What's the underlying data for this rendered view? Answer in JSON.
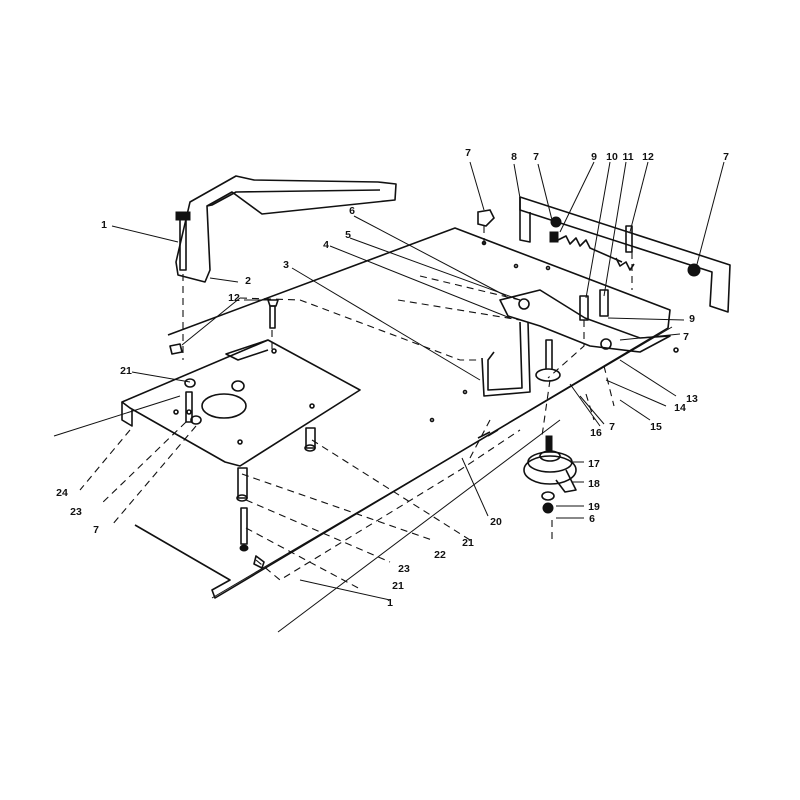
{
  "callouts": [
    {
      "id": "c1a",
      "label": "1",
      "part": "bolt"
    },
    {
      "id": "c2",
      "label": "2",
      "part": "bracket"
    },
    {
      "id": "c3",
      "label": "3",
      "part": "spring-rod"
    },
    {
      "id": "c4",
      "label": "4",
      "part": "rod"
    },
    {
      "id": "c5",
      "label": "5",
      "part": "nut"
    },
    {
      "id": "c6a",
      "label": "6",
      "part": "idler-arm"
    },
    {
      "id": "c7a",
      "label": "7",
      "part": "nut"
    },
    {
      "id": "c8",
      "label": "8",
      "part": "rear-bar"
    },
    {
      "id": "c7b",
      "label": "7",
      "part": "nut"
    },
    {
      "id": "c9a",
      "label": "9",
      "part": "bolt"
    },
    {
      "id": "c10",
      "label": "10",
      "part": "spring"
    },
    {
      "id": "c11",
      "label": "11",
      "part": "spring-anchor"
    },
    {
      "id": "c12a",
      "label": "12",
      "part": "bolt"
    },
    {
      "id": "c7c",
      "label": "7",
      "part": "nut"
    },
    {
      "id": "c12b",
      "label": "12",
      "part": "bolt"
    },
    {
      "id": "c21a",
      "label": "21",
      "part": "spacer"
    },
    {
      "id": "c9b",
      "label": "9",
      "part": "bolt"
    },
    {
      "id": "c7d",
      "label": "7",
      "part": "nut"
    },
    {
      "id": "c13",
      "label": "13",
      "part": "bushing"
    },
    {
      "id": "c14",
      "label": "14",
      "part": "washer"
    },
    {
      "id": "c15",
      "label": "15",
      "part": "pin"
    },
    {
      "id": "c16",
      "label": "16",
      "part": "bolt"
    },
    {
      "id": "c7e",
      "label": "7",
      "part": "nut"
    },
    {
      "id": "c17",
      "label": "17",
      "part": "idler-pulley"
    },
    {
      "id": "c18",
      "label": "18",
      "part": "pulley-bracket"
    },
    {
      "id": "c19",
      "label": "19",
      "part": "washer"
    },
    {
      "id": "c6b",
      "label": "6",
      "part": "nut"
    },
    {
      "id": "c20",
      "label": "20",
      "part": "belt"
    },
    {
      "id": "c24",
      "label": "24",
      "part": "bolt"
    },
    {
      "id": "c23a",
      "label": "23",
      "part": "washer"
    },
    {
      "id": "c7f",
      "label": "7",
      "part": "nut"
    },
    {
      "id": "c21b",
      "label": "21",
      "part": "spacer"
    },
    {
      "id": "c22",
      "label": "22",
      "part": "bolt"
    },
    {
      "id": "c23b",
      "label": "23",
      "part": "washer"
    },
    {
      "id": "c21c",
      "label": "21",
      "part": "spacer"
    },
    {
      "id": "c1b",
      "label": "1",
      "part": "bolt"
    }
  ]
}
